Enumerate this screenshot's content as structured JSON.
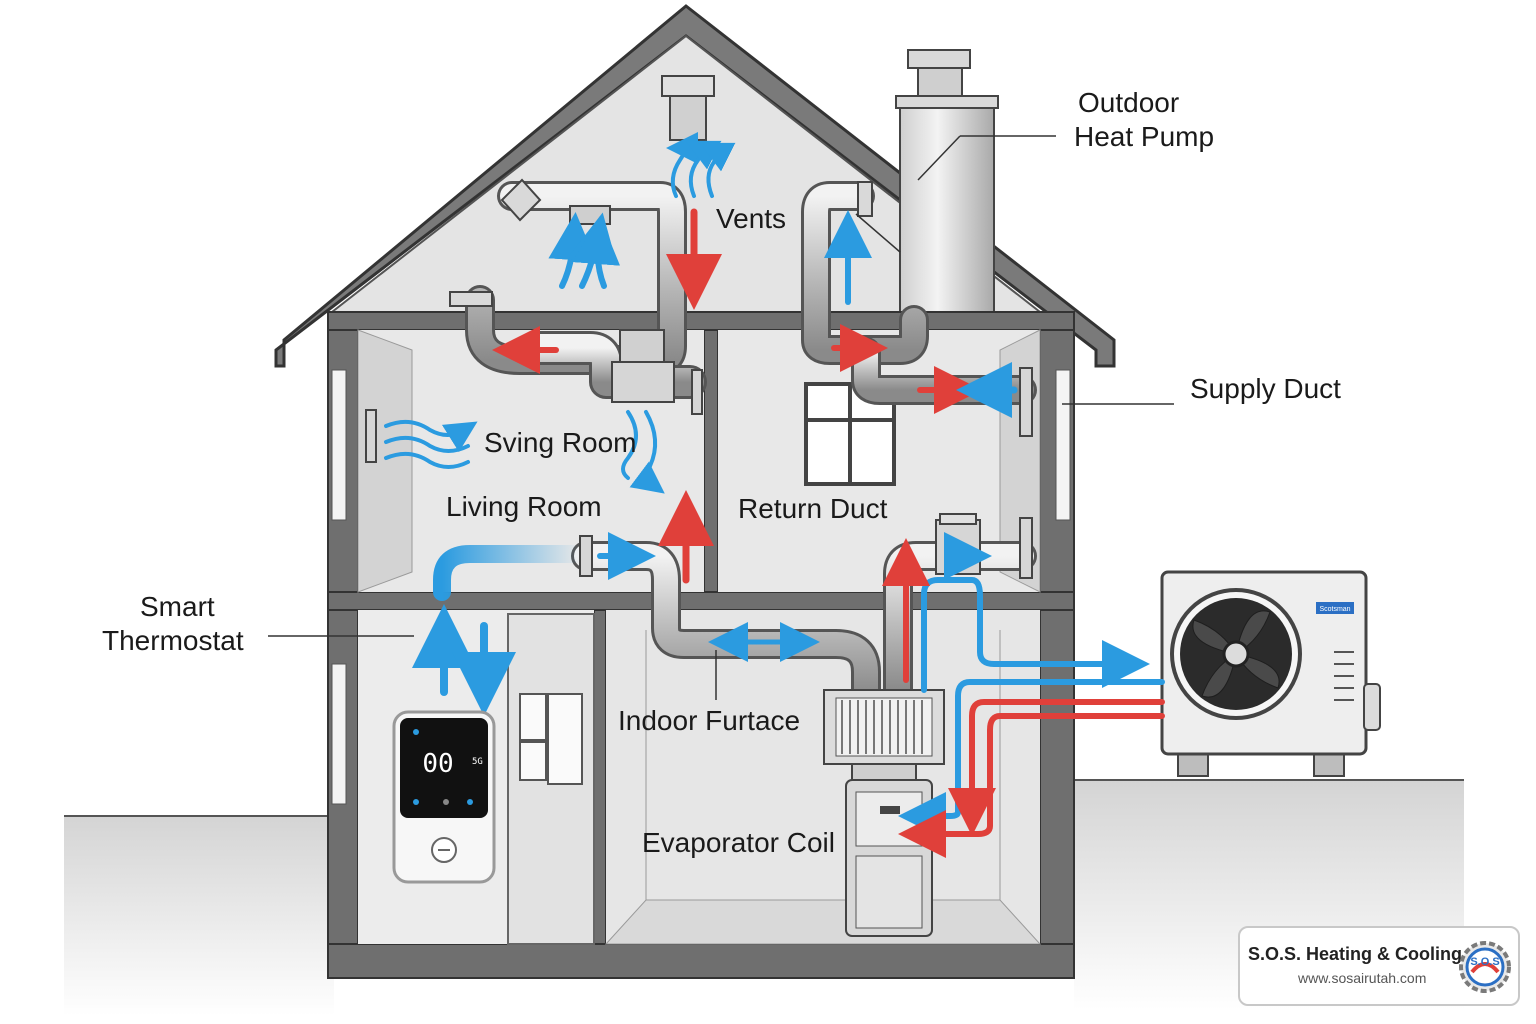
{
  "labels": {
    "outdoor_heat_pump_line1": "Outdoor",
    "outdoor_heat_pump_line2": "Heat Pump",
    "vents": "Vents",
    "supply_duct": "Supply Duct",
    "sving_room": "Sving Room",
    "living_room": "Living Room",
    "return_duct": "Return Duct",
    "smart_thermostat_line1": "Smart",
    "smart_thermostat_line2": "Thermostat",
    "indoor_furtace": "Indoor Furtace",
    "evaporator_coil": "Evaporator Coil"
  },
  "thermostat": {
    "display": "00",
    "small_readout": "5G"
  },
  "outdoor_unit": {
    "brand_badge": "Scotsman"
  },
  "brand": {
    "name": "S.O.S. Heating & Cooling",
    "url": "www.sosairutah.com",
    "logo_text": "S.O.S"
  },
  "colors": {
    "warm_air": "#e0403a",
    "cool_air": "#2b9be0",
    "wall": "#6b6b6b",
    "interior": "#e6e6e6",
    "ground": "#d6d6d6"
  }
}
